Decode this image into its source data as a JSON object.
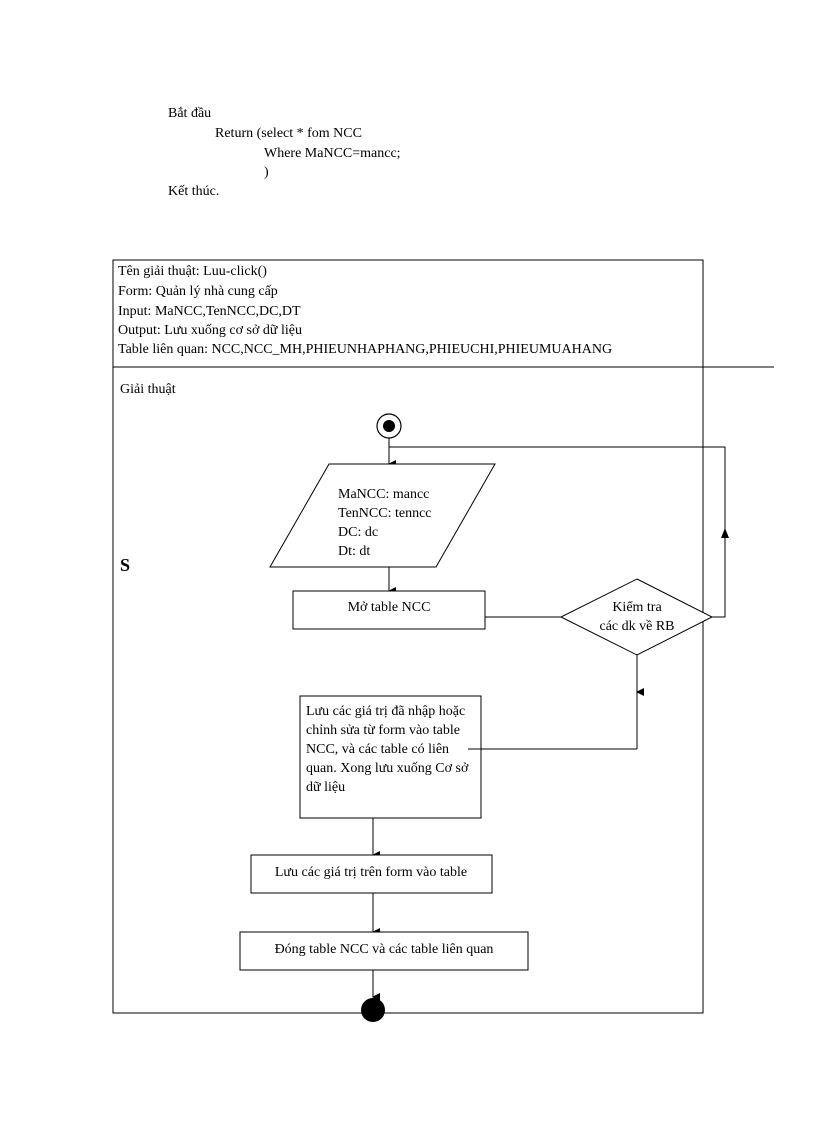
{
  "pseudocode": {
    "begin": "Bắt đầu",
    "return_line": "Return  (select * fom  NCC",
    "where_line": "Where  MaNCC=mancc;",
    "close_paren": ")",
    "end": "Kết thúc."
  },
  "spec": {
    "name": "Tên giải  thuật:  Luu-click()",
    "form": "Form:  Quản lý nhà cung  cấp",
    "input": "Input:  MaNCC,TenNCC,DC,DT",
    "output": "Output:  Lưu xuống  cơ sở dữ liệu",
    "tables": "Table liên  quan:  NCC,NCC_MH,PHIEUNHAPHANG,PHIEUCHI,PHIEUMUAHANG"
  },
  "algorithm": {
    "label": "Giải  thuật",
    "side_mark": "S"
  },
  "flowchart": {
    "input_lines": [
      "MaNCC:  mancc",
      "TenNCC:  tenncc",
      "DC:  dc",
      "Dt:  dt"
    ],
    "open_table": "Mở table  NCC",
    "check_line1": "Kiểm  tra",
    "check_line2": "các  dk về  RB",
    "save_values": "Lưu các giá trị đã nhập hoặc chỉnh  sửa từ form vào table NCC, và các table có liên  quan. Xong lưu xuống  Cơ sở dữ liệu",
    "save_form": "Lưu các  giá  trị  trên  form  vào  table",
    "close_tables": "Đóng table  NCC và các  table  liên  quan"
  }
}
